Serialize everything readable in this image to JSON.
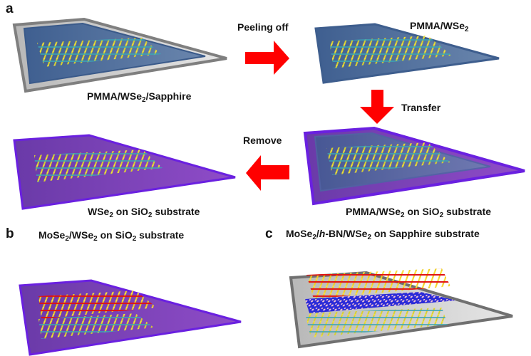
{
  "figure": {
    "panels": [
      {
        "id": "a",
        "label": "a"
      },
      {
        "id": "b",
        "label": "b"
      },
      {
        "id": "c",
        "label": "c"
      }
    ],
    "panel_a": {
      "step1": {
        "text_pre": "PMMA/WSe",
        "sub": "2",
        "text_post": "/Sapphire"
      },
      "step2": {
        "text_pre": "PMMA/WSe",
        "sub": "2",
        "text_post": ""
      },
      "step3": {
        "text_pre": "PMMA/WSe",
        "sub": "2",
        "text_mid": " on SiO",
        "sub2": "2",
        "text_post": " substrate"
      },
      "step4": {
        "text_pre": "WSe",
        "sub": "2",
        "text_mid": " on SiO",
        "sub2": "2",
        "text_post": " substrate"
      },
      "arrows": [
        {
          "label": "Peeling off",
          "direction": "right"
        },
        {
          "label": "Transfer",
          "direction": "down"
        },
        {
          "label": "Remove",
          "direction": "left"
        }
      ]
    },
    "panel_b": {
      "title_parts": [
        "MoSe",
        "2",
        "/WSe",
        "2",
        " on SiO",
        "2",
        " substrate"
      ]
    },
    "panel_c": {
      "title_parts": [
        "MoSe",
        "2",
        "/",
        "h",
        "-BN/WSe",
        "2",
        " on Sapphire substrate"
      ]
    },
    "colors": {
      "arrow": "#ff0000",
      "sapphire": "#c8c8c8",
      "sapphire_edge": "#7a7a7a",
      "pmma": "#4f6f9a",
      "pmma_edge": "#3f5f8f",
      "sio2": "#7a3fb0",
      "sio2_edge": "#6a20e0",
      "w_atom": "#3fb5c0",
      "mo_atom": "#e01010",
      "se_atom": "#f0e020",
      "b_atom": "#2020d0",
      "n_atom": "#f0c0d0"
    }
  }
}
